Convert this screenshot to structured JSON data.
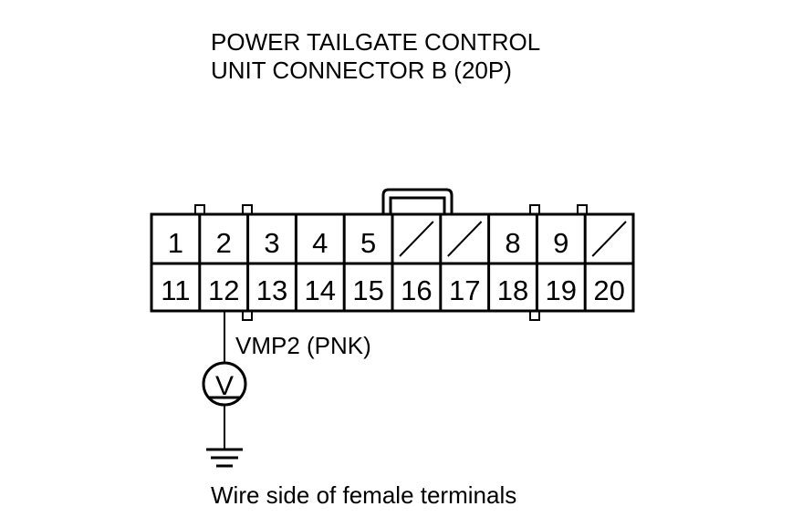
{
  "title": {
    "line1": "POWER TAILGATE CONTROL",
    "line2": "UNIT CONNECTOR B (20P)"
  },
  "connector": {
    "row1": [
      {
        "label": "1",
        "empty": false
      },
      {
        "label": "2",
        "empty": false
      },
      {
        "label": "3",
        "empty": false
      },
      {
        "label": "4",
        "empty": false
      },
      {
        "label": "5",
        "empty": false
      },
      {
        "label": "",
        "empty": true
      },
      {
        "label": "",
        "empty": true
      },
      {
        "label": "8",
        "empty": false
      },
      {
        "label": "9",
        "empty": false
      },
      {
        "label": "",
        "empty": true
      }
    ],
    "row2": [
      {
        "label": "11",
        "empty": false
      },
      {
        "label": "12",
        "empty": false
      },
      {
        "label": "13",
        "empty": false
      },
      {
        "label": "14",
        "empty": false
      },
      {
        "label": "15",
        "empty": false
      },
      {
        "label": "16",
        "empty": false
      },
      {
        "label": "17",
        "empty": false
      },
      {
        "label": "18",
        "empty": false
      },
      {
        "label": "19",
        "empty": false
      },
      {
        "label": "20",
        "empty": false
      }
    ]
  },
  "wire": {
    "label": "VMP2 (PNK)",
    "terminal": "12"
  },
  "meter_symbol": "V",
  "caption": "Wire side of female terminals"
}
